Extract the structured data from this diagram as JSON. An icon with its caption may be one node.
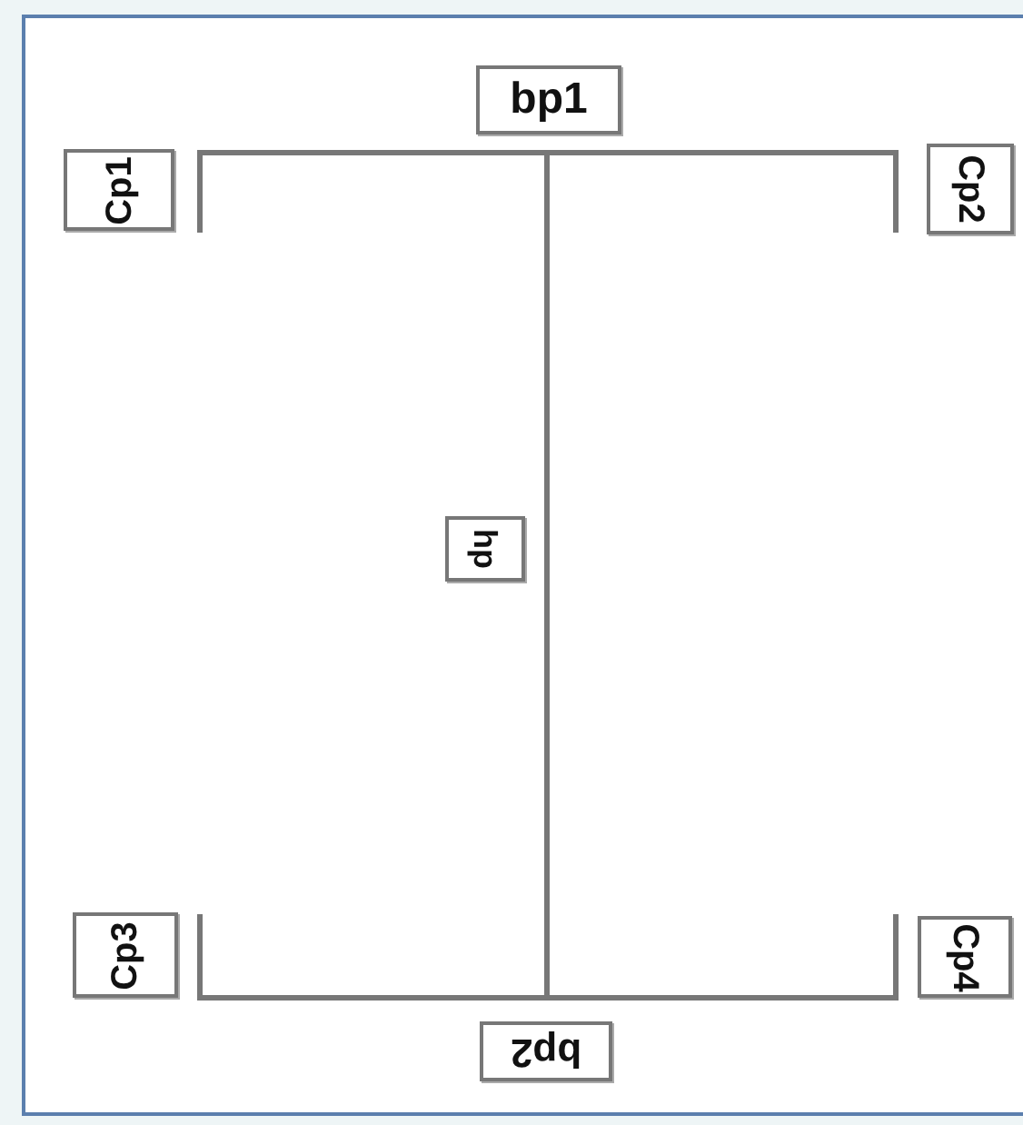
{
  "diagram": {
    "nodes": [
      {
        "text": [
          "bp1"
        ]
      },
      {
        "text": [
          "Cp1"
        ]
      },
      {
        "text": [
          "Cp2"
        ]
      },
      {
        "text": [
          "hp"
        ]
      },
      {
        "text": [
          "Cp3"
        ]
      },
      {
        "text": [
          "Cp4"
        ]
      },
      {
        "text": [
          "bp2"
        ]
      }
    ]
  }
}
